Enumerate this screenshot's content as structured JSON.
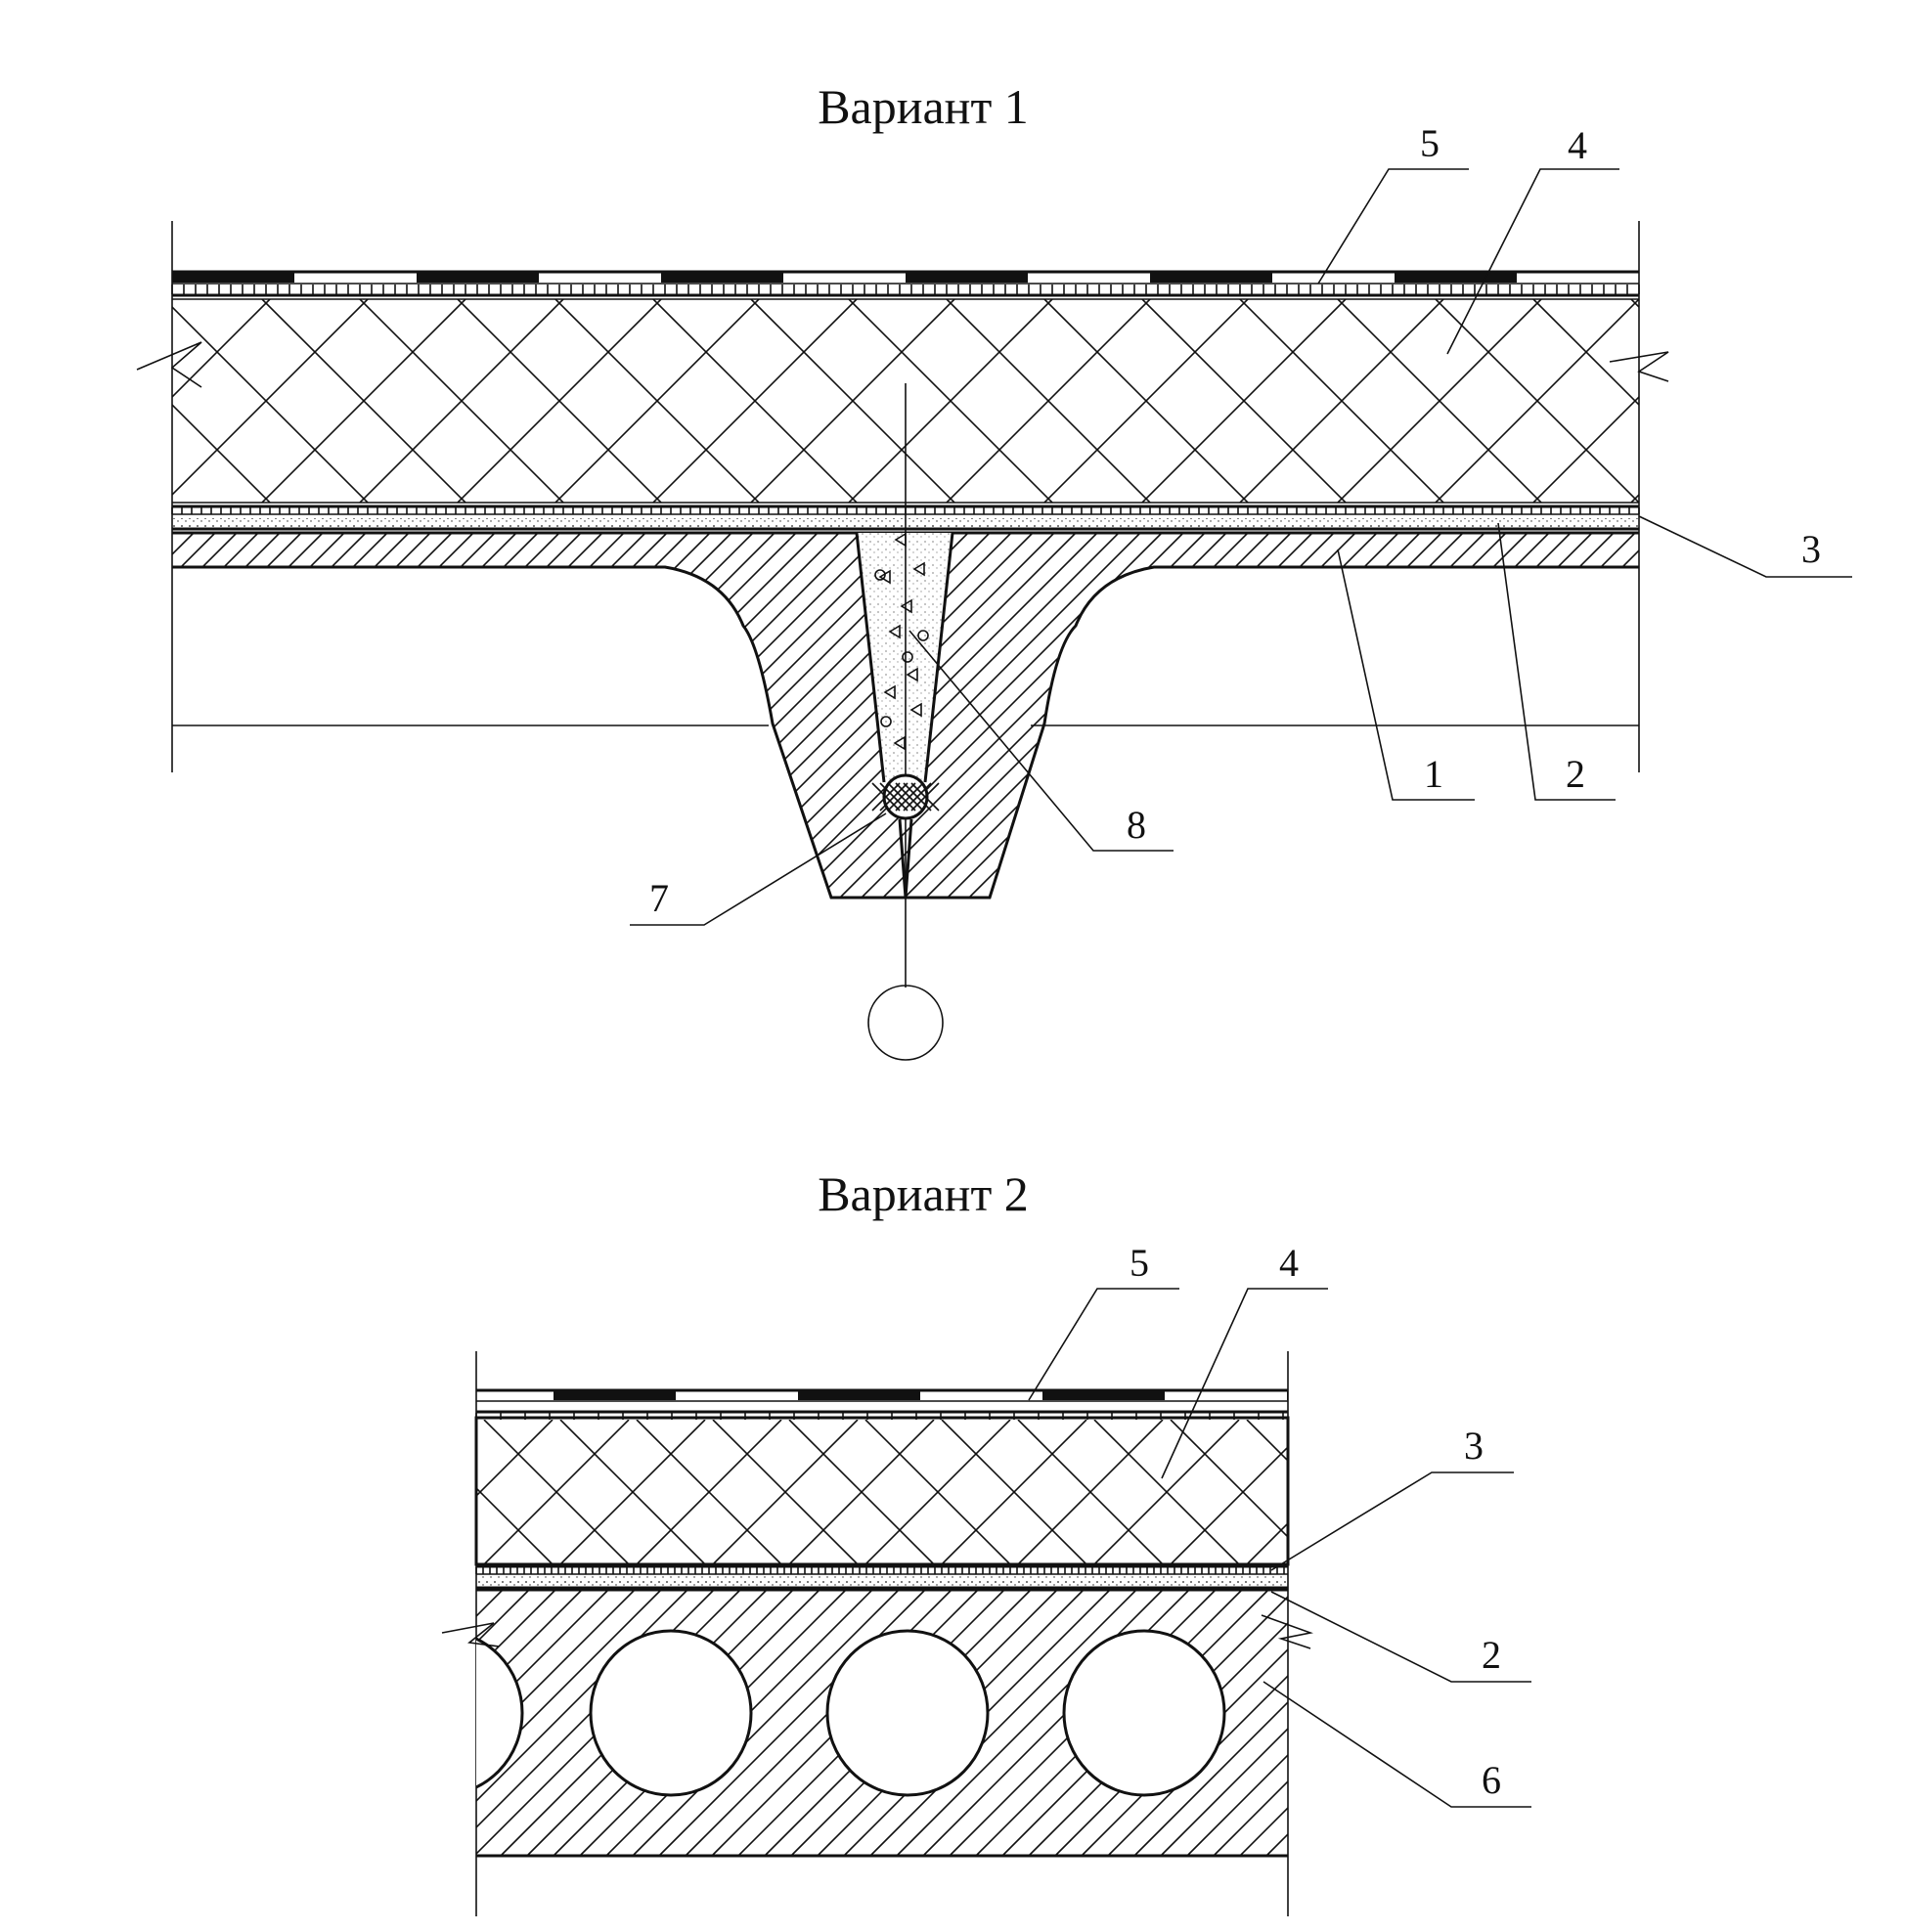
{
  "variant1": {
    "title": "Вариант 1",
    "labels": {
      "l1": "1",
      "l2": "2",
      "l3": "3",
      "l4": "4",
      "l5": "5",
      "l7": "7",
      "l8": "8"
    }
  },
  "variant2": {
    "title": "Вариант 2",
    "labels": {
      "l2": "2",
      "l3": "3",
      "l4": "4",
      "l5": "5",
      "l6": "6"
    }
  }
}
